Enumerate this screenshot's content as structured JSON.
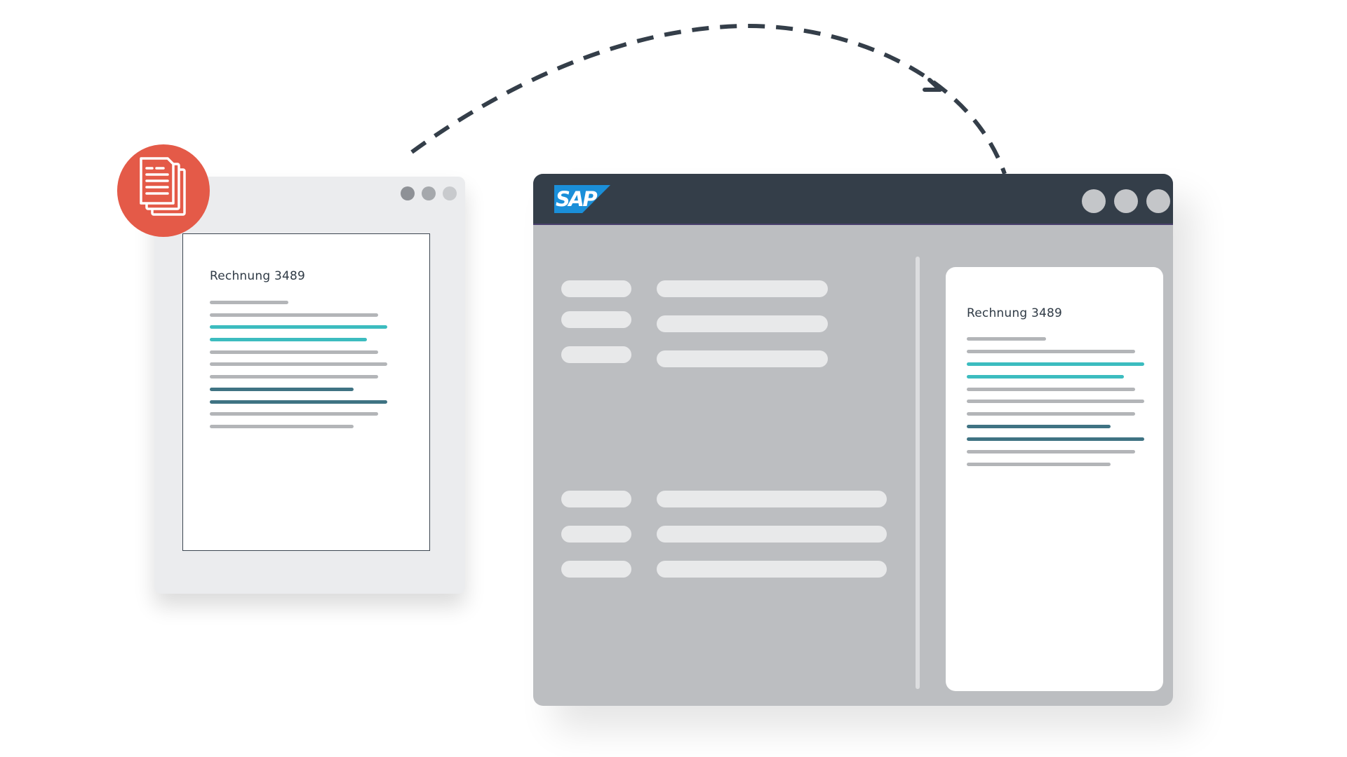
{
  "document": {
    "title": "Rechnung 3489",
    "lines": [
      "grey",
      "grey",
      "teal",
      "teal",
      "grey",
      "grey",
      "grey",
      "petrol",
      "petrol",
      "grey",
      "grey"
    ]
  },
  "sap_window": {
    "logo_text": "SAP",
    "preview_title": "Rechnung 3489",
    "preview_lines": [
      "grey",
      "grey",
      "teal",
      "teal",
      "grey",
      "grey",
      "grey",
      "petrol",
      "petrol",
      "grey",
      "grey"
    ]
  },
  "icons": [
    "document-stack-icon",
    "sap-logo",
    "flow-arrow"
  ],
  "colors": {
    "badge": "#e45a48",
    "titlebar": "#343e49",
    "teal": "#3cbcbf",
    "petrol": "#3f7383",
    "grey_line": "#b3b5b8"
  }
}
